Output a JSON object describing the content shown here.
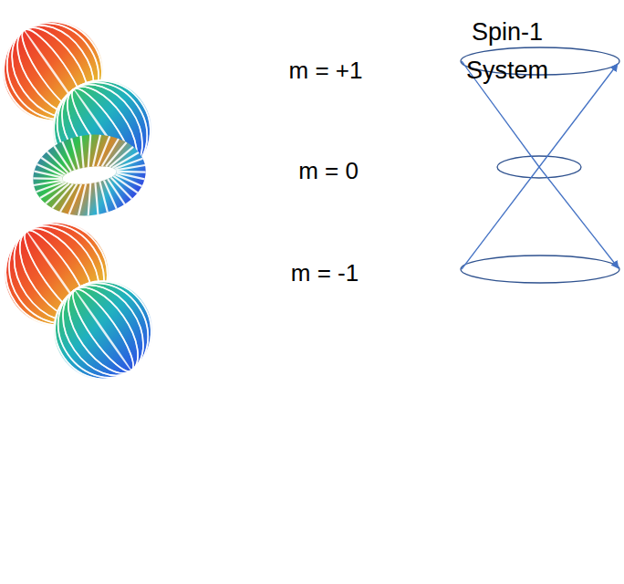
{
  "diagram": {
    "title": "Spin-1 System",
    "labels": [
      "m = +1",
      "m = 0",
      "m = -1"
    ]
  }
}
